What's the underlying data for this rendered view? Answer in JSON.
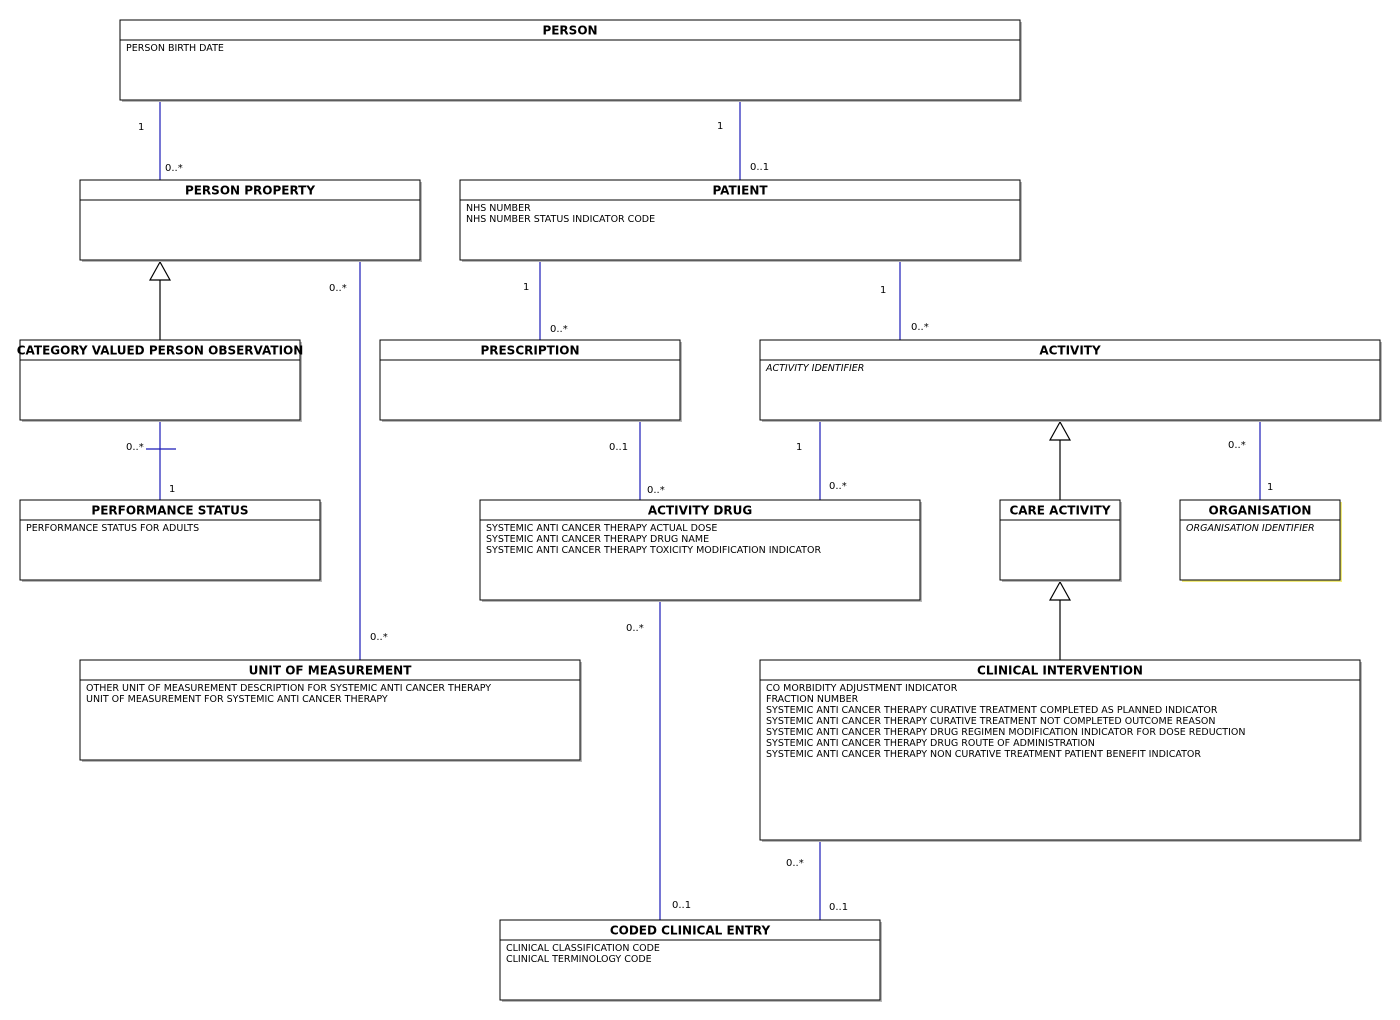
{
  "classes": {
    "person": {
      "title": "PERSON",
      "attributes": [
        {
          "text": "PERSON BIRTH DATE",
          "italic": false
        }
      ]
    },
    "person_property": {
      "title": "PERSON PROPERTY",
      "attributes": []
    },
    "patient": {
      "title": "PATIENT",
      "attributes": [
        {
          "text": "NHS NUMBER",
          "italic": false
        },
        {
          "text": "NHS NUMBER STATUS INDICATOR CODE",
          "italic": false
        }
      ]
    },
    "category_valued_person_observation": {
      "title": "CATEGORY VALUED PERSON OBSERVATION",
      "attributes": []
    },
    "prescription": {
      "title": "PRESCRIPTION",
      "attributes": []
    },
    "activity": {
      "title": "ACTIVITY",
      "attributes": [
        {
          "text": "ACTIVITY IDENTIFIER",
          "italic": true
        }
      ]
    },
    "performance_status": {
      "title": "PERFORMANCE STATUS",
      "attributes": [
        {
          "text": "PERFORMANCE STATUS FOR ADULTS",
          "italic": false
        }
      ]
    },
    "activity_drug": {
      "title": "ACTIVITY DRUG",
      "attributes": [
        {
          "text": "SYSTEMIC ANTI CANCER THERAPY ACTUAL DOSE",
          "italic": false
        },
        {
          "text": "SYSTEMIC ANTI CANCER THERAPY DRUG NAME",
          "italic": false
        },
        {
          "text": "SYSTEMIC ANTI CANCER THERAPY TOXICITY MODIFICATION INDICATOR",
          "italic": false
        }
      ]
    },
    "care_activity": {
      "title": "CARE ACTIVITY",
      "attributes": []
    },
    "organisation": {
      "title": "ORGANISATION",
      "attributes": [
        {
          "text": "ORGANISATION IDENTIFIER",
          "italic": true
        }
      ]
    },
    "unit_of_measurement": {
      "title": "UNIT OF MEASUREMENT",
      "attributes": [
        {
          "text": "OTHER UNIT OF MEASUREMENT DESCRIPTION FOR SYSTEMIC ANTI CANCER THERAPY",
          "italic": false
        },
        {
          "text": "UNIT OF MEASUREMENT FOR SYSTEMIC ANTI CANCER THERAPY",
          "italic": false
        }
      ]
    },
    "clinical_intervention": {
      "title": "CLINICAL INTERVENTION",
      "attributes": [
        {
          "text": "CO MORBIDITY ADJUSTMENT INDICATOR",
          "italic": false
        },
        {
          "text": "FRACTION NUMBER",
          "italic": false
        },
        {
          "text": "SYSTEMIC ANTI CANCER THERAPY CURATIVE TREATMENT COMPLETED AS PLANNED INDICATOR",
          "italic": false
        },
        {
          "text": "SYSTEMIC ANTI CANCER THERAPY CURATIVE TREATMENT NOT COMPLETED OUTCOME REASON",
          "italic": false
        },
        {
          "text": "SYSTEMIC ANTI CANCER THERAPY DRUG REGIMEN MODIFICATION INDICATOR FOR DOSE REDUCTION",
          "italic": false
        },
        {
          "text": "SYSTEMIC ANTI CANCER THERAPY DRUG ROUTE OF ADMINISTRATION",
          "italic": false
        },
        {
          "text": "SYSTEMIC ANTI CANCER THERAPY NON CURATIVE TREATMENT PATIENT BENEFIT INDICATOR",
          "italic": false
        }
      ]
    },
    "coded_clinical_entry": {
      "title": "CODED CLINICAL ENTRY",
      "attributes": [
        {
          "text": "CLINICAL CLASSIFICATION CODE",
          "italic": false
        },
        {
          "text": "CLINICAL TERMINOLOGY CODE",
          "italic": false
        }
      ]
    }
  },
  "associations": [
    {
      "name": "person-to-person-property",
      "from": "person",
      "to": "person_property",
      "from_mult": "1",
      "to_mult": "0..*"
    },
    {
      "name": "person-to-patient",
      "from": "person",
      "to": "patient",
      "from_mult": "1",
      "to_mult": "0..1"
    },
    {
      "name": "patient-to-prescription",
      "from": "patient",
      "to": "prescription",
      "from_mult": "1",
      "to_mult": "0..*"
    },
    {
      "name": "patient-to-activity",
      "from": "patient",
      "to": "activity",
      "from_mult": "1",
      "to_mult": "0..*"
    },
    {
      "name": "person-property-to-unit-of-measurement",
      "from": "person_property",
      "to": "unit_of_measurement",
      "from_mult": "0..*",
      "to_mult": "0..*"
    },
    {
      "name": "observation-to-performance-status",
      "from": "category_valued_person_observation",
      "to": "performance_status",
      "from_mult": "0..*",
      "to_mult": "1"
    },
    {
      "name": "prescription-to-activity-drug",
      "from": "prescription",
      "to": "activity_drug",
      "from_mult": "0..1",
      "to_mult": "0..*"
    },
    {
      "name": "activity-to-activity-drug",
      "from": "activity",
      "to": "activity_drug",
      "from_mult": "1",
      "to_mult": "0..*"
    },
    {
      "name": "activity-to-organisation",
      "from": "activity",
      "to": "organisation",
      "from_mult": "0..*",
      "to_mult": "1"
    },
    {
      "name": "activity-drug-to-coded-clinical-entry",
      "from": "activity_drug",
      "to": "coded_clinical_entry",
      "from_mult": "0..*",
      "to_mult": "0..1"
    },
    {
      "name": "clinical-intervention-to-coded-clinical-entry",
      "from": "clinical_intervention",
      "to": "coded_clinical_entry",
      "from_mult": "0..*",
      "to_mult": "0..1"
    }
  ],
  "generalizations": [
    {
      "name": "observation-is-a-person-property",
      "child": "category_valued_person_observation",
      "parent": "person_property"
    },
    {
      "name": "care-activity-is-an-activity",
      "child": "care_activity",
      "parent": "activity"
    },
    {
      "name": "clinical-intervention-is-a-care-activity",
      "child": "clinical_intervention",
      "parent": "care_activity"
    }
  ],
  "colors": {
    "association_line": "#1a1ab8",
    "shadow": "#b8b8b8",
    "organisation_shadow": "#f0ea7a"
  }
}
